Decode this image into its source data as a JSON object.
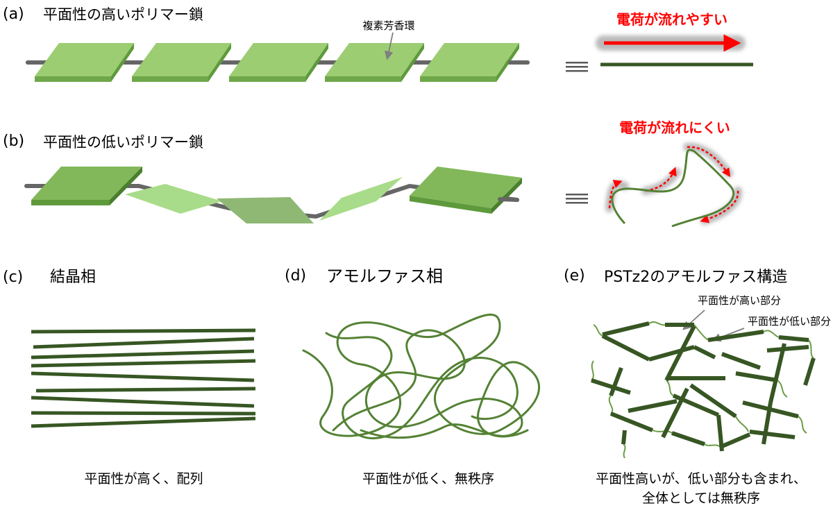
{
  "panel_a": {
    "letter": "(a)",
    "title": "平面性の高いポリマー鎖",
    "ring_label": "複素芳香環",
    "equiv": "≡",
    "charge_label": "電荷が流れやすい"
  },
  "panel_b": {
    "letter": "(b)",
    "title": "平面性の低いポリマー鎖",
    "equiv": "≡",
    "charge_label": "電荷が流れにくい"
  },
  "panel_c": {
    "letter": "(c)",
    "title": "結晶相",
    "caption": "平面性が高く、配列"
  },
  "panel_d": {
    "letter": "(d)",
    "title": "アモルファス相",
    "caption": "平面性が低く、無秩序"
  },
  "panel_e": {
    "letter": "(e)",
    "title": "PSTz2のアモルファス構造",
    "label_high": "平面性が高い部分",
    "label_low": "平面性が低い部分",
    "caption_line1": "平面性高いが、低い部分も含まれ、",
    "caption_line2": "全体としては無秩序"
  },
  "colors": {
    "ring_light": "#9ccd72",
    "ring_mid": "#82b85a",
    "ring_edge": "#5e9a3c",
    "chain_dark": "#375623",
    "chain_mid": "#548235",
    "backbone": "#666666",
    "charge_red": "#ff0000"
  }
}
